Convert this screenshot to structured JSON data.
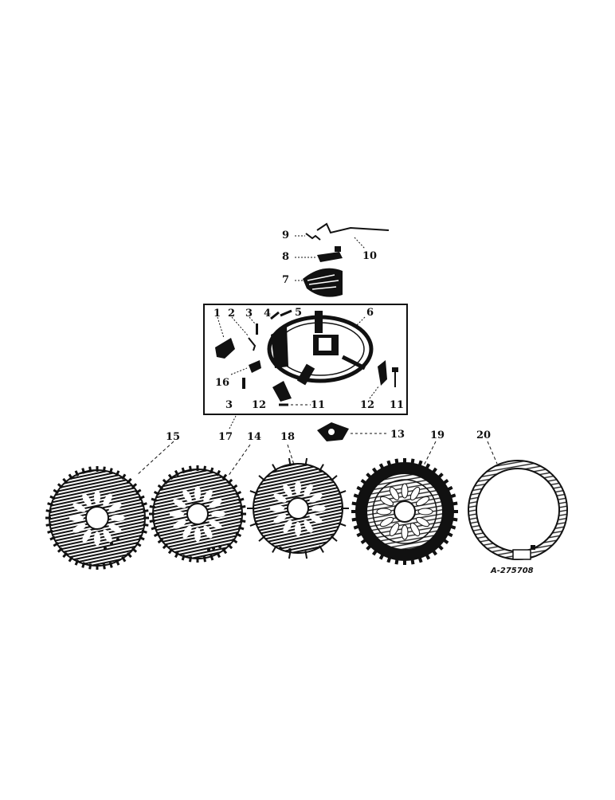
{
  "diagram": {
    "reference": "A-275708",
    "callouts": [
      {
        "id": "c1",
        "text": "1"
      },
      {
        "id": "c2",
        "text": "2"
      },
      {
        "id": "c3a",
        "text": "3"
      },
      {
        "id": "c3b",
        "text": "3"
      },
      {
        "id": "c4",
        "text": "4"
      },
      {
        "id": "c5",
        "text": "5"
      },
      {
        "id": "c6",
        "text": "6"
      },
      {
        "id": "c7",
        "text": "7"
      },
      {
        "id": "c8",
        "text": "8"
      },
      {
        "id": "c9",
        "text": "9"
      },
      {
        "id": "c10",
        "text": "10"
      },
      {
        "id": "c11a",
        "text": "11"
      },
      {
        "id": "c11b",
        "text": "11"
      },
      {
        "id": "c12a",
        "text": "12"
      },
      {
        "id": "c12b",
        "text": "12"
      },
      {
        "id": "c13",
        "text": "13"
      },
      {
        "id": "c14",
        "text": "14"
      },
      {
        "id": "c15",
        "text": "15"
      },
      {
        "id": "c16",
        "text": "16"
      },
      {
        "id": "c17",
        "text": "17"
      },
      {
        "id": "c18",
        "text": "18"
      },
      {
        "id": "c19",
        "text": "19"
      },
      {
        "id": "c20",
        "text": "20"
      }
    ]
  },
  "colors": {
    "ink": "#111111",
    "paper": "#ffffff"
  }
}
